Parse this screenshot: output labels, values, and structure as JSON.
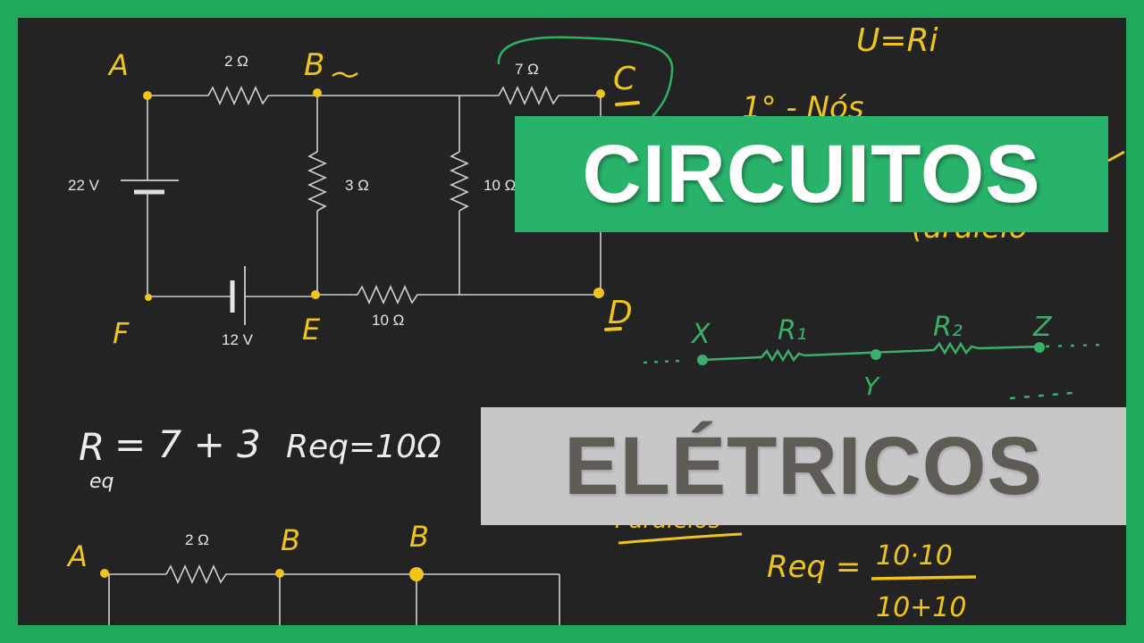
{
  "circuit_top": {
    "nodes": {
      "a": "A",
      "b": "B",
      "c": "C",
      "d": "D",
      "e": "E",
      "f": "F"
    },
    "components": {
      "r_ab": "2 Ω",
      "r_bc": "7 Ω",
      "r_be": "3 Ω",
      "r_mid": "10 Ω",
      "r_ed": "10 Ω",
      "v_af": "22 V",
      "v_fe": "12 V"
    }
  },
  "notes": {
    "law": "U=Ri",
    "step": "1° - Nós",
    "parallel_partial": "(aralelo",
    "series_nodes": {
      "x": "X",
      "r1": "R₁",
      "r2": "R₂",
      "z": "Z",
      "y": "Y"
    },
    "req_series": {
      "r": "R",
      "sub": "eq",
      "expr": "= 7 + 3",
      "result": "Req=10Ω"
    },
    "parallel_label": "Paralelos",
    "req_parallel": {
      "lhs": "Req =",
      "num": "10·10",
      "den": "10+10"
    }
  },
  "circuit_bottom": {
    "nodes": {
      "a": "A",
      "b1": "B",
      "b2": "B"
    },
    "components": {
      "r_ab": "2 Ω"
    }
  },
  "banners": {
    "line1": "CIRCUITOS",
    "line2": "ELÉTRICOS"
  },
  "colors": {
    "frame": "#1fa95a",
    "board": "#232323",
    "node_yellow": "#f0c419",
    "ink_green": "#39b06a",
    "banner_green": "#29b36a",
    "banner_gray": "#c7c7c7",
    "banner_gray_text": "#5f5c55"
  }
}
